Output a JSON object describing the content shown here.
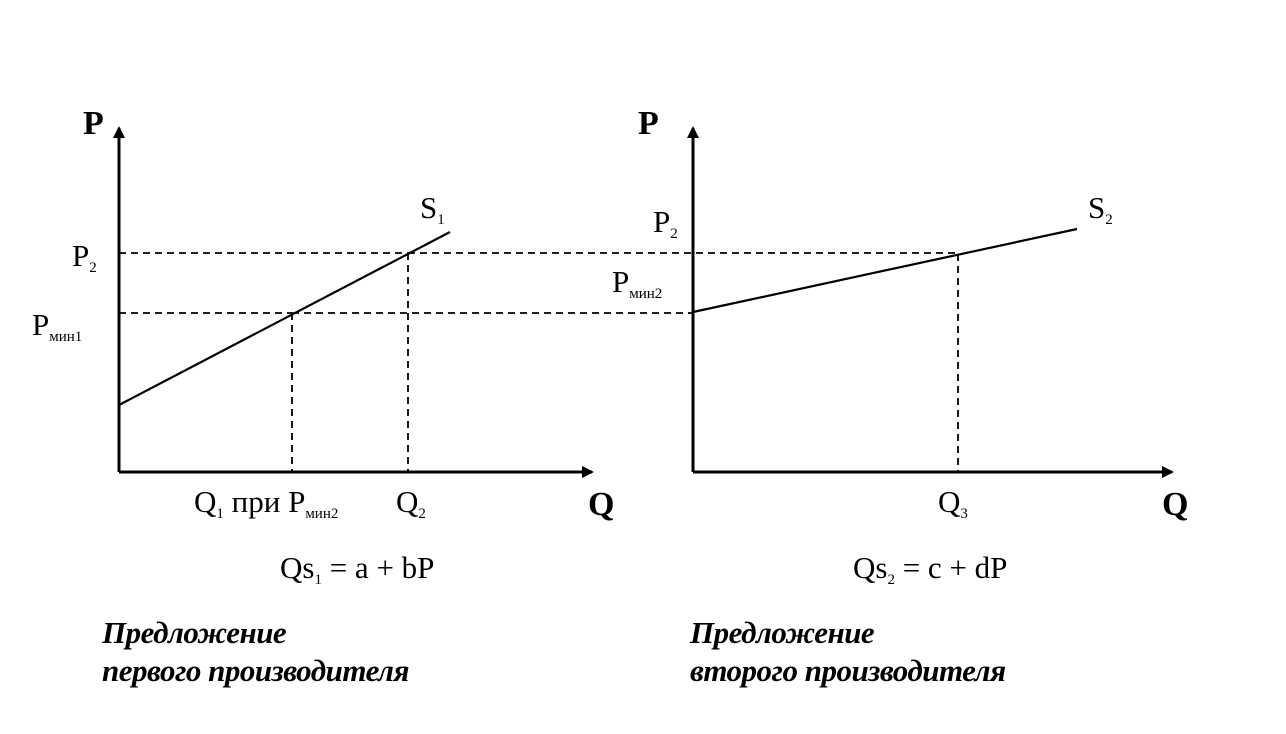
{
  "panels": [
    {
      "y_axis": "P",
      "x_axis": "Q",
      "curve_label": {
        "main": "S",
        "sub": "1"
      },
      "p_labels": [
        {
          "main": "P",
          "sub": "2"
        },
        {
          "main": "P",
          "sub": "мин1"
        }
      ],
      "q_labels": [
        {
          "main": "Q",
          "sub": "1",
          "tail": " при P",
          "tail_sub": "мин2"
        },
        {
          "main": "Q",
          "sub": "2"
        }
      ],
      "formula": {
        "lhs": "Qs",
        "sub": "1",
        "rhs": " = a + bP"
      },
      "caption": [
        "Предложение",
        "первого производителя"
      ]
    },
    {
      "y_axis": "P",
      "x_axis": "Q",
      "curve_label": {
        "main": "S",
        "sub": "2"
      },
      "p_labels": [
        {
          "main": "P",
          "sub": "2"
        },
        {
          "main": "P",
          "sub": "мин2"
        }
      ],
      "q_labels": [
        {
          "main": "Q",
          "sub": "3"
        }
      ],
      "formula": {
        "lhs": "Qs",
        "sub": "2",
        "rhs": " = c + dP"
      },
      "caption": [
        "Предложение",
        "второго производителя"
      ]
    }
  ]
}
